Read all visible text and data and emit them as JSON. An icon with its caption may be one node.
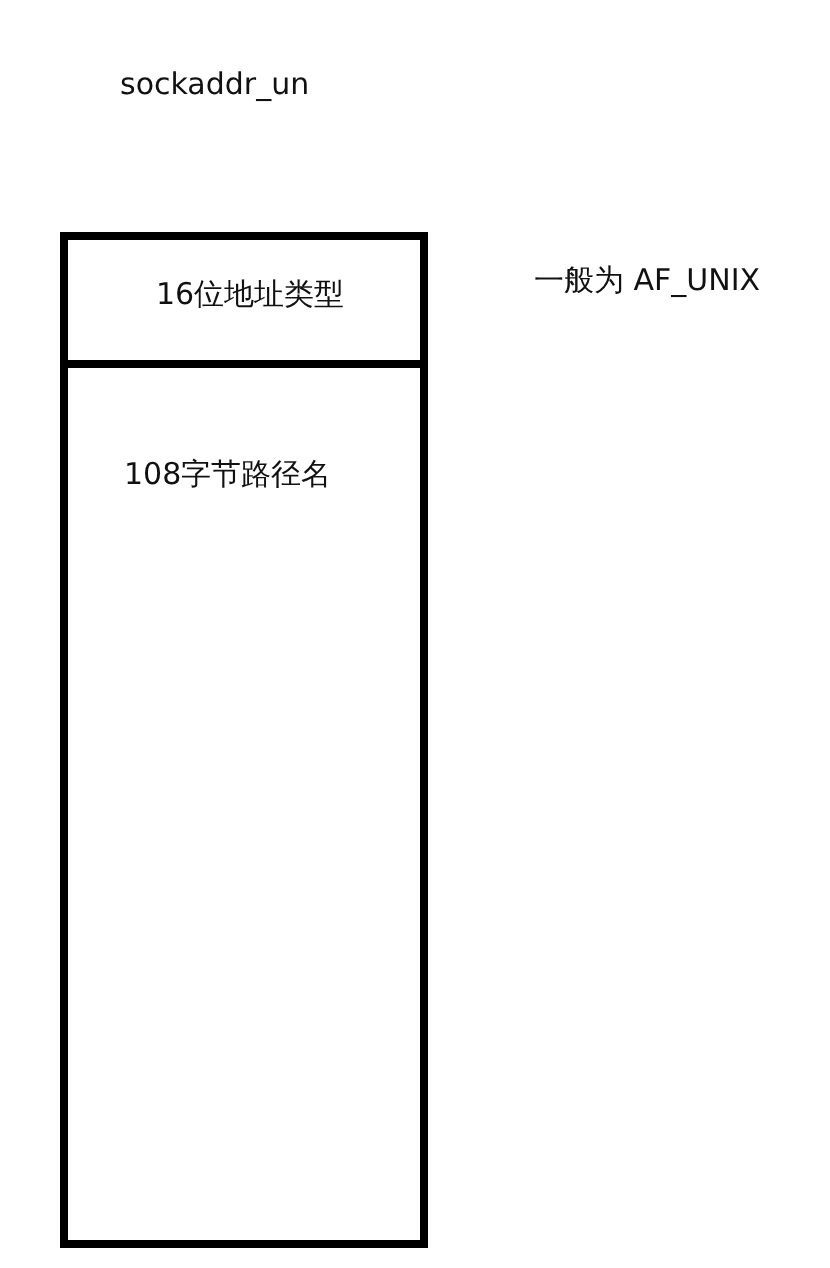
{
  "diagram": {
    "title": "sockaddr_un",
    "nodes": [
      {
        "text": [
          "16位地址类型"
        ],
        "beside": [
          "一般为 AF_UNIX"
        ]
      },
      {
        "text": [
          "108字节路径名"
        ]
      }
    ]
  }
}
